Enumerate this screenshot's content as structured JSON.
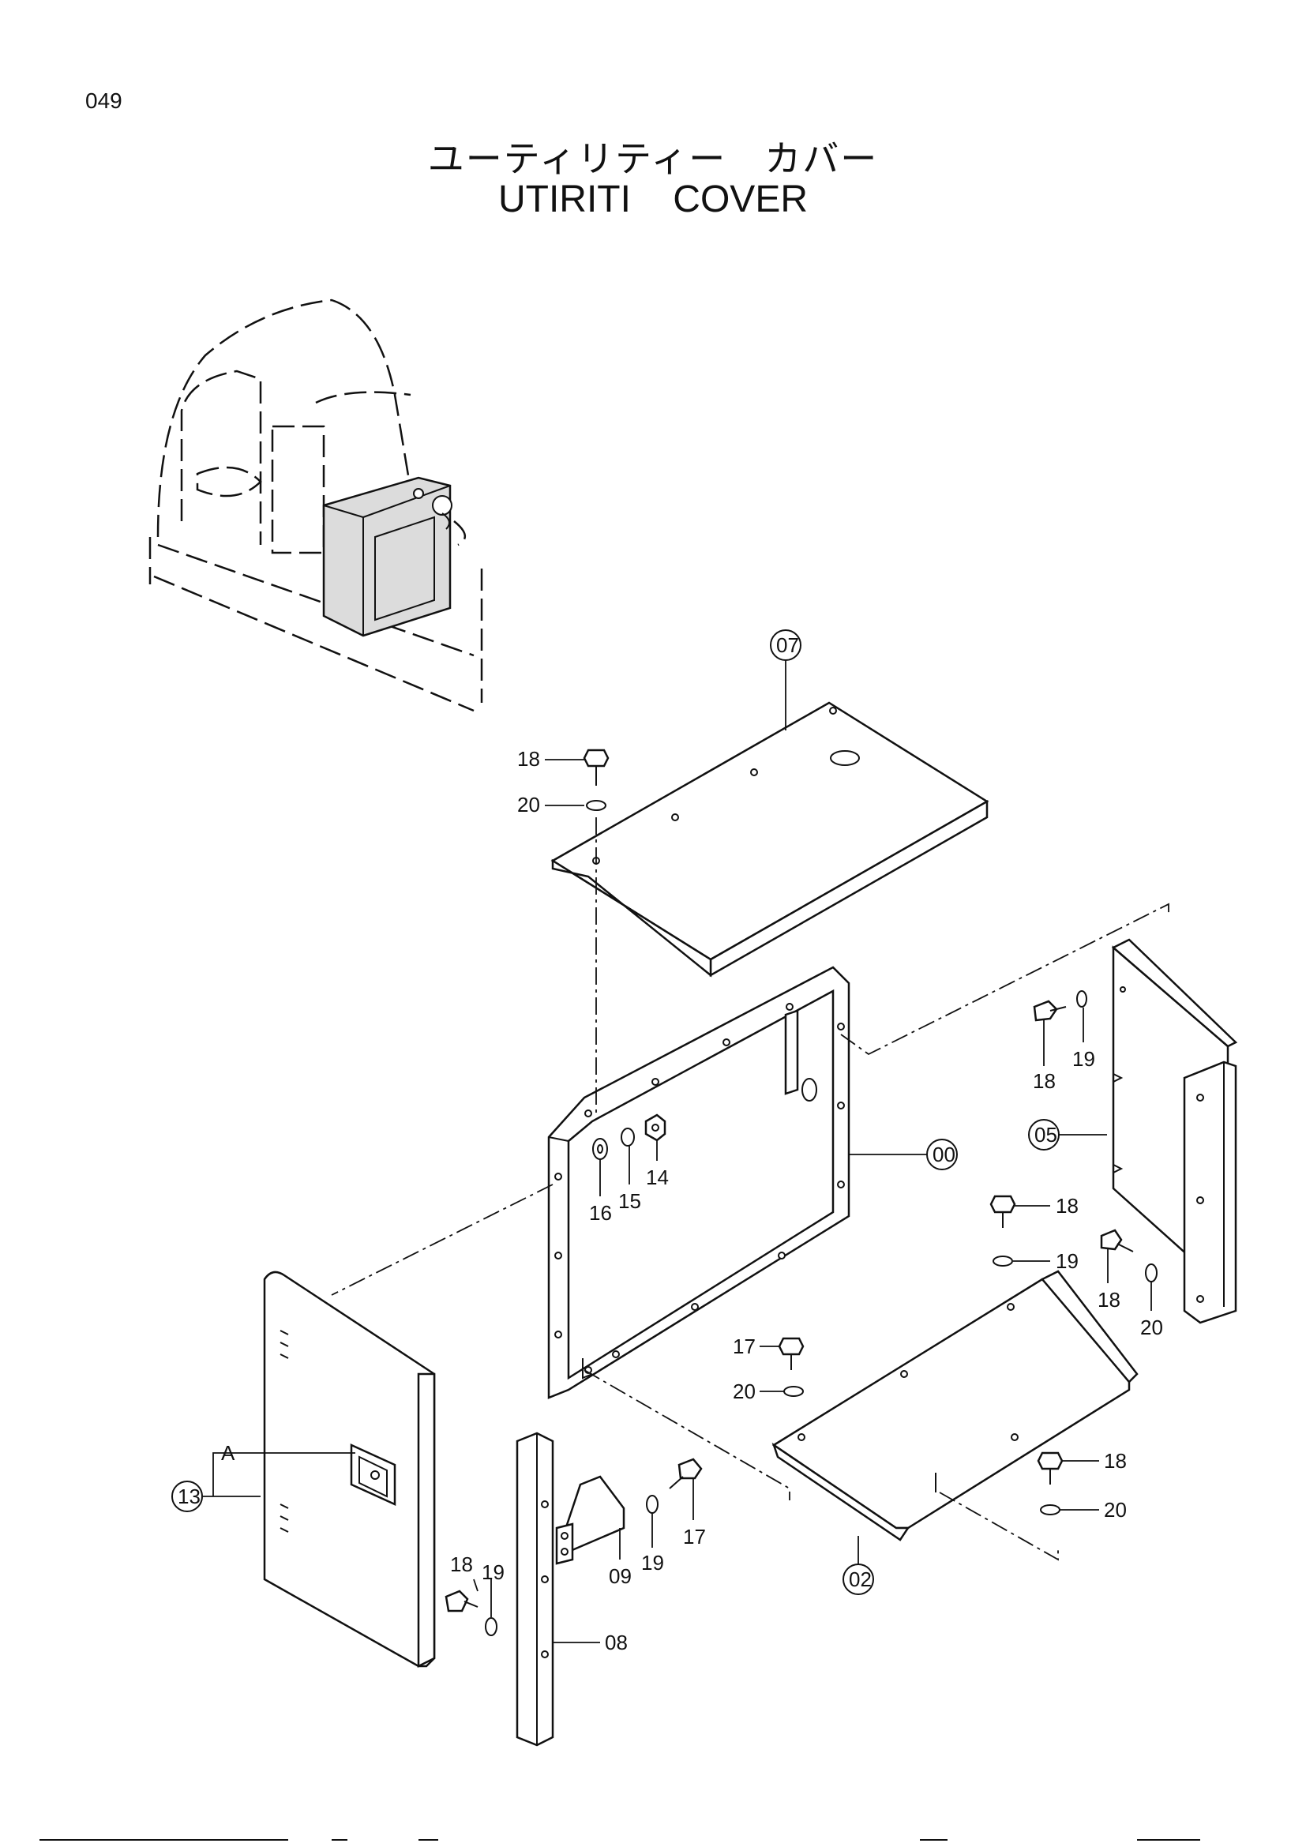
{
  "page_number": "049",
  "title_jp": "ユーティリティー　カバー",
  "title_en": "UTIRITI  COVER",
  "callouts": {
    "c07": "07",
    "c00": "00",
    "c05": "05",
    "c13": "13",
    "c02": "02",
    "n18a": "18",
    "n20a": "20",
    "n16": "16",
    "n15": "15",
    "n14": "14",
    "n18b": "18",
    "n19b": "19",
    "n18c": "18",
    "n19c": "19",
    "n18d": "18",
    "n20d": "20",
    "n17a": "17",
    "n20e": "20",
    "n18f": "18",
    "n20f": "20",
    "refA": "A",
    "n18g": "18",
    "n19g": "19",
    "n09": "09",
    "n19h": "19",
    "n17h": "17",
    "n08": "08"
  }
}
